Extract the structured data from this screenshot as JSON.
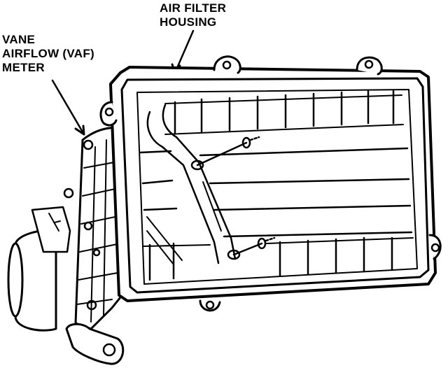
{
  "labels": {
    "air_filter_housing": {
      "line1": "AIR FILTER",
      "line2": "HOUSING"
    },
    "vaf_meter": {
      "line1": "VANE",
      "line2": "AIRFLOW (VAF)",
      "line3": "METER"
    }
  },
  "colors": {
    "ink": "#000000",
    "paper": "#ffffff"
  }
}
